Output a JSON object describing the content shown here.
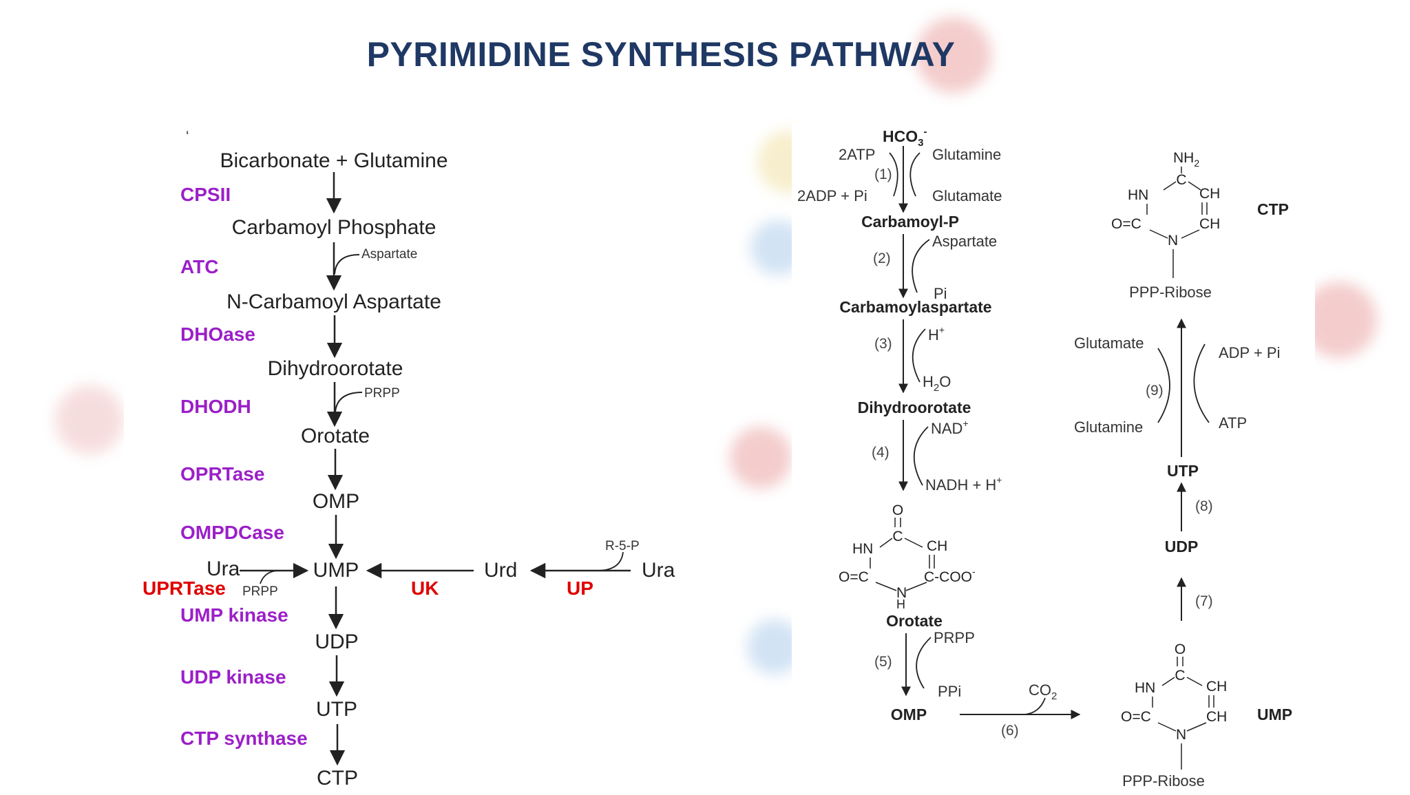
{
  "title": "PYRIMIDINE SYNTHESIS PATHWAY",
  "colors": {
    "title": "#1f3864",
    "enzyme": "#9b1fc8",
    "salvage_enzyme": "#e00000",
    "text": "#222222"
  },
  "left_diagram": {
    "nodes": {
      "bicarbonate": "Bicarbonate + Glutamine",
      "carbamoyl_phosphate": "Carbamoyl Phosphate",
      "n_carbamoyl_aspartate": "N-Carbamoyl Aspartate",
      "dihydroorotate": "Dihydroorotate",
      "orotate": "Orotate",
      "omp": "OMP",
      "ump": "UMP",
      "udp": "UDP",
      "utp": "UTP",
      "ctp": "CTP",
      "ura_left": "Ura",
      "urd": "Urd",
      "ura_right": "Ura"
    },
    "enzymes": {
      "cpsii": "CPSII",
      "atc": "ATC",
      "dhoase": "DHOase",
      "dhodh": "DHODH",
      "oprtase": "OPRTase",
      "ompdcase": "OMPDCase",
      "uprtase": "UPRTase",
      "uk": "UK",
      "up": "UP",
      "ump_kinase": "UMP kinase",
      "udp_kinase": "UDP kinase",
      "ctp_synthase": "CTP synthase"
    },
    "cofactors": {
      "aspartate": "Aspartate",
      "prpp_main": "PRPP",
      "prpp_salvage": "PRPP",
      "r5p": "R-5-P"
    }
  },
  "right_diagram": {
    "nodes": {
      "hco3": "HCO",
      "hco3_sub": "3",
      "hco3_sup": "-",
      "carbamoyl_p": "Carbamoyl-P",
      "carbamoylaspartate": "Carbamoylaspartate",
      "dihydroorotate": "Dihydroorotate",
      "orotate": "Orotate",
      "omp": "OMP",
      "ump": "UMP",
      "udp": "UDP",
      "utp": "UTP",
      "ctp": "CTP"
    },
    "labels": {
      "atp2": "2ATP",
      "adp2": "2ADP + Pi",
      "glutamine1": "Glutamine",
      "glutamate1": "Glutamate",
      "aspartate": "Aspartate",
      "pi": "Pi",
      "h_plus": "H",
      "h2o_h": "H",
      "h2o_2": "2",
      "h2o_o": "O",
      "nad": "NAD",
      "nadh": "NADH + H",
      "prpp": "PRPP",
      "ppi": "PPi",
      "co2_c": "CO",
      "co2_2": "2",
      "glutamate9": "Glutamate",
      "glutamine9": "Glutamine",
      "adp_pi": "ADP + Pi",
      "atp": "ATP",
      "ppp_ribose_ump": "PPP-Ribose",
      "ppp_ribose_ctp": "PPP-Ribose",
      "plus": "+",
      "minus": "-"
    },
    "steps": [
      "(1)",
      "(2)",
      "(3)",
      "(4)",
      "(5)",
      "(6)",
      "(7)",
      "(8)",
      "(9)"
    ],
    "atoms": {
      "o": "O",
      "c": "C",
      "ch": "CH",
      "hn": "HN",
      "n": "N",
      "h": "H",
      "coo": "C-COO",
      "o_eq_c": "O=C",
      "nh2": "NH",
      "nh2_sub": "2"
    }
  }
}
